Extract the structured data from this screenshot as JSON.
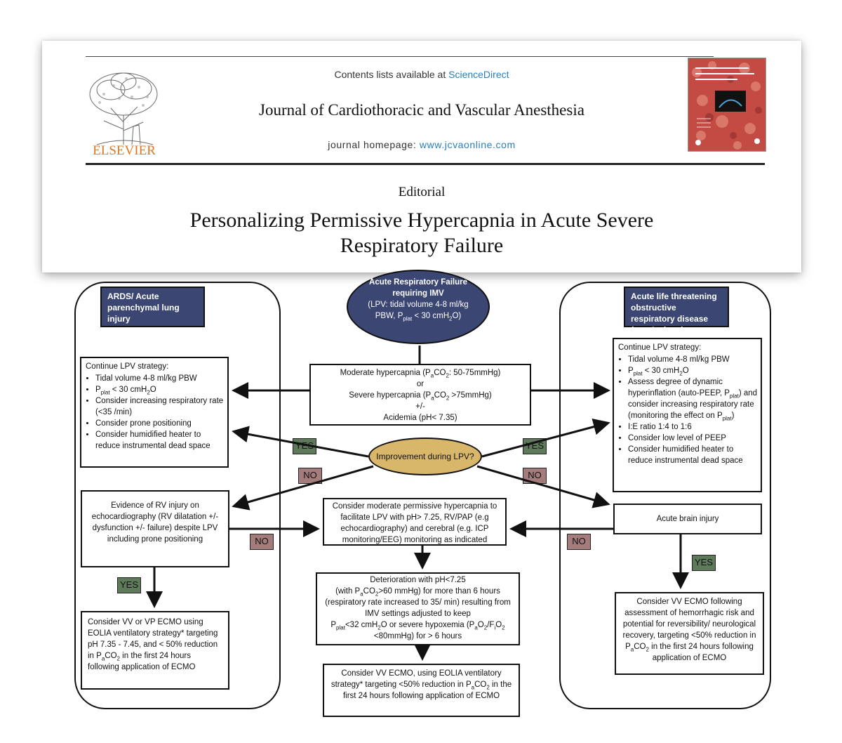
{
  "header": {
    "contents_prefix": "Contents lists available at ",
    "contents_link": "ScienceDirect",
    "journal_name": "Journal of Cardiothoracic and Vascular Anesthesia",
    "homepage_prefix": "journal homepage: ",
    "homepage_url": "www.jcvaonline.com",
    "publisher": "ELSEVIER",
    "article_type": "Editorial",
    "article_title_line1": "Personalizing Permissive Hypercapnia in Acute Severe",
    "article_title_line2": "Respiratory Failure"
  },
  "flowchart": {
    "left_panel_title": "ARDS/ Acute parenchymal lung injury",
    "right_panel_title": "Acute life threatening obstructive respiratory disease (e.g. Asthma)",
    "top": {
      "line1": "Acute Respiratory Failure",
      "line2": "requiring IMV",
      "line3": "(LPV: tidal volume 4-8 ml/kg",
      "line4a": "PBW, P",
      "line4sub": "plat",
      "line4b": " < 30 cmH",
      "line4sub2": "2",
      "line4c": "O)"
    },
    "center_box": {
      "l1a": "Moderate hypercapnia (P",
      "l1s": "a",
      "l1b": "CO",
      "l1s2": "2",
      "l1c": ": 50-75mmHg)",
      "l2": "or",
      "l3a": "Severe hypercapnia (P",
      "l3s": "a",
      "l3b": "CO",
      "l3s2": "2",
      "l3c": " >75mmHg)",
      "l4": "+/-",
      "l5": "Acidemia (pH< 7.35)"
    },
    "decision": "Improvement during LPV?",
    "left_lpv": {
      "head": "Continue LPV strategy:",
      "items": [
        "Tidal volume 4-8 ml/kg PBW",
        "P_plat < 30 cmH2O",
        "Consider increasing respiratory rate (<35 /min)",
        "Consider prone positioning",
        "Consider humidified heater to reduce instrumental dead space"
      ],
      "i2a": "P",
      "i2s": "plat",
      "i2b": " < 30 cmH",
      "i2s2": "2",
      "i2c": "O",
      "i1": "Tidal volume 4-8 ml/kg PBW",
      "i3": "Consider increasing respiratory rate (<35 /min)",
      "i4": "Consider prone positioning",
      "i5": "Consider humidified heater to reduce instrumental dead space"
    },
    "right_lpv": {
      "head": "Continue LPV strategy:",
      "i1": "Tidal volume 4-8 ml/kg PBW",
      "i2a": "P",
      "i2s": "plat",
      "i2b": " < 30 cmH",
      "i2s2": "2",
      "i2c": "O",
      "i3a": "Assess degree of dynamic hyperinflation (auto-PEEP, P",
      "i3s": "plat",
      "i3b": ") and consider increasing respiratory rate (monitoring the effect on P",
      "i3s2": "plat",
      "i3c": ")",
      "i4": "I:E ratio 1:4 to 1:6",
      "i5": "Consider low level of PEEP",
      "i6": "Consider humidified heater to reduce instrumental dead space"
    },
    "rv_injury": "Evidence of RV injury on echocardiography (RV dilatation +/- dysfunction +/- failure) despite LPV including prone positioning",
    "permissive": "Consider moderate permissive hypercapnia to facilitate LPV with pH> 7.25, RV/PAP (e.g echocardiography) and cerebral (e.g. ICP monitoring/EEG) monitoring as indicated",
    "brain": "Acute brain injury",
    "deterioration": {
      "l1": "Deterioration with pH<7.25",
      "l2a": "(with P",
      "l2s": "a",
      "l2b": "CO",
      "l2s2": "2",
      "l2c": ">60 mmHg) for more than 6 hours",
      "l3": "(respiratory rate increased to 35/ min) resulting from IMV settings adjusted to keep",
      "l4a": "P",
      "l4s": "plat",
      "l4b": "<32 cmH",
      "l4s2": "2",
      "l4c": "O or severe hypoxemia (P",
      "l4s3": "a",
      "l4d": "O",
      "l4s4": "2",
      "l4e": "/F",
      "l4s5": "i",
      "l4f": "O",
      "l4s6": "2",
      "l5": "<80mmHg) for > 6 hours"
    },
    "left_ecmo": {
      "a": "Consider VV or VP ECMO using EOLIA ventilatory strategy* targeting pH 7.35 - 7.45, and < 50% reduction in P",
      "s": "a",
      "b": "CO",
      "s2": "2",
      "c": " in the first 24 hours following application of ECMO"
    },
    "center_ecmo": {
      "a": "Consider VV ECMO, using EOLIA ventilatory strategy* targeting <50% reduction in P",
      "s": "a",
      "b": "CO",
      "s2": "2",
      "c": " in the first 24 hours following application of ECMO"
    },
    "right_ecmo": {
      "a": "Consider VV ECMO following assessment of hemorrhagic risk and potential for reversibility/ neurological recovery, targeting <50% reduction in P",
      "s": "a",
      "b": "CO",
      "s2": "2",
      "c": " in the first 24 hours following application of ECMO"
    },
    "tags": {
      "yes": "YES",
      "no": "NO"
    }
  },
  "colors": {
    "navy": "#3b4673",
    "gold": "#d9b76a",
    "yes_tag": "#5e7a5a",
    "no_tag": "#a57c7c",
    "link_blue": "#2a7fb8",
    "elsevier_orange": "#e5761f"
  }
}
